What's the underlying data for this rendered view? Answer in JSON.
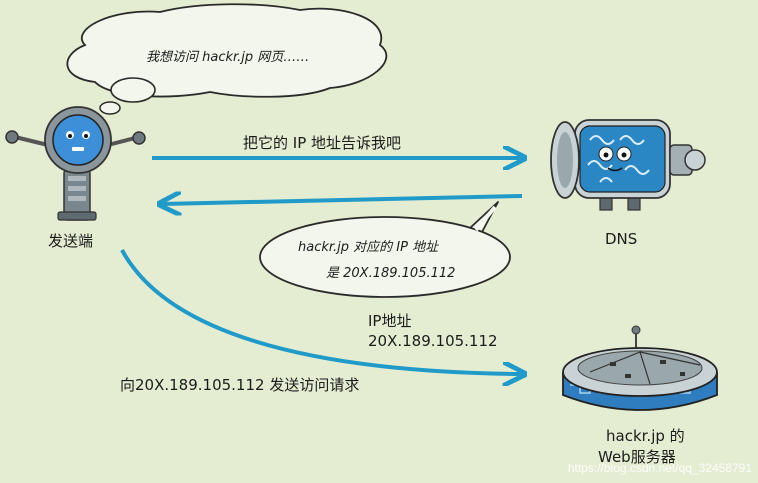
{
  "bubble_thought": "我想访问 hackr.jp 网页……",
  "arrow_request_dns": "把它的 IP 地址告诉我吧",
  "bubble_dns_reply_line1": "hackr.jp 对应的 IP 地址",
  "bubble_dns_reply_line2": "是 20X.189.105.112",
  "client_label": "发送端",
  "dns_label": "DNS",
  "ip_label_line1": "IP地址",
  "ip_label_line2": "20X.189.105.112",
  "request_label": "向20X.189.105.112 发送访问请求",
  "server_label_line1": "hackr.jp 的",
  "server_label_line2": "Web服务器",
  "watermark": "https://blog.csdn.net/qq_32458791",
  "colors": {
    "background": "#e4ecd1",
    "arrow": "#1f9ac9",
    "robot_body": "#7e8a91",
    "robot_face": "#3d8fd8",
    "dns_swirl": "#2b86c4",
    "server_base": "#2f7dbf"
  },
  "icons": [
    "robot-icon",
    "dns-server-icon",
    "web-server-icon",
    "thought-bubble-icon",
    "speech-bubble-icon"
  ]
}
